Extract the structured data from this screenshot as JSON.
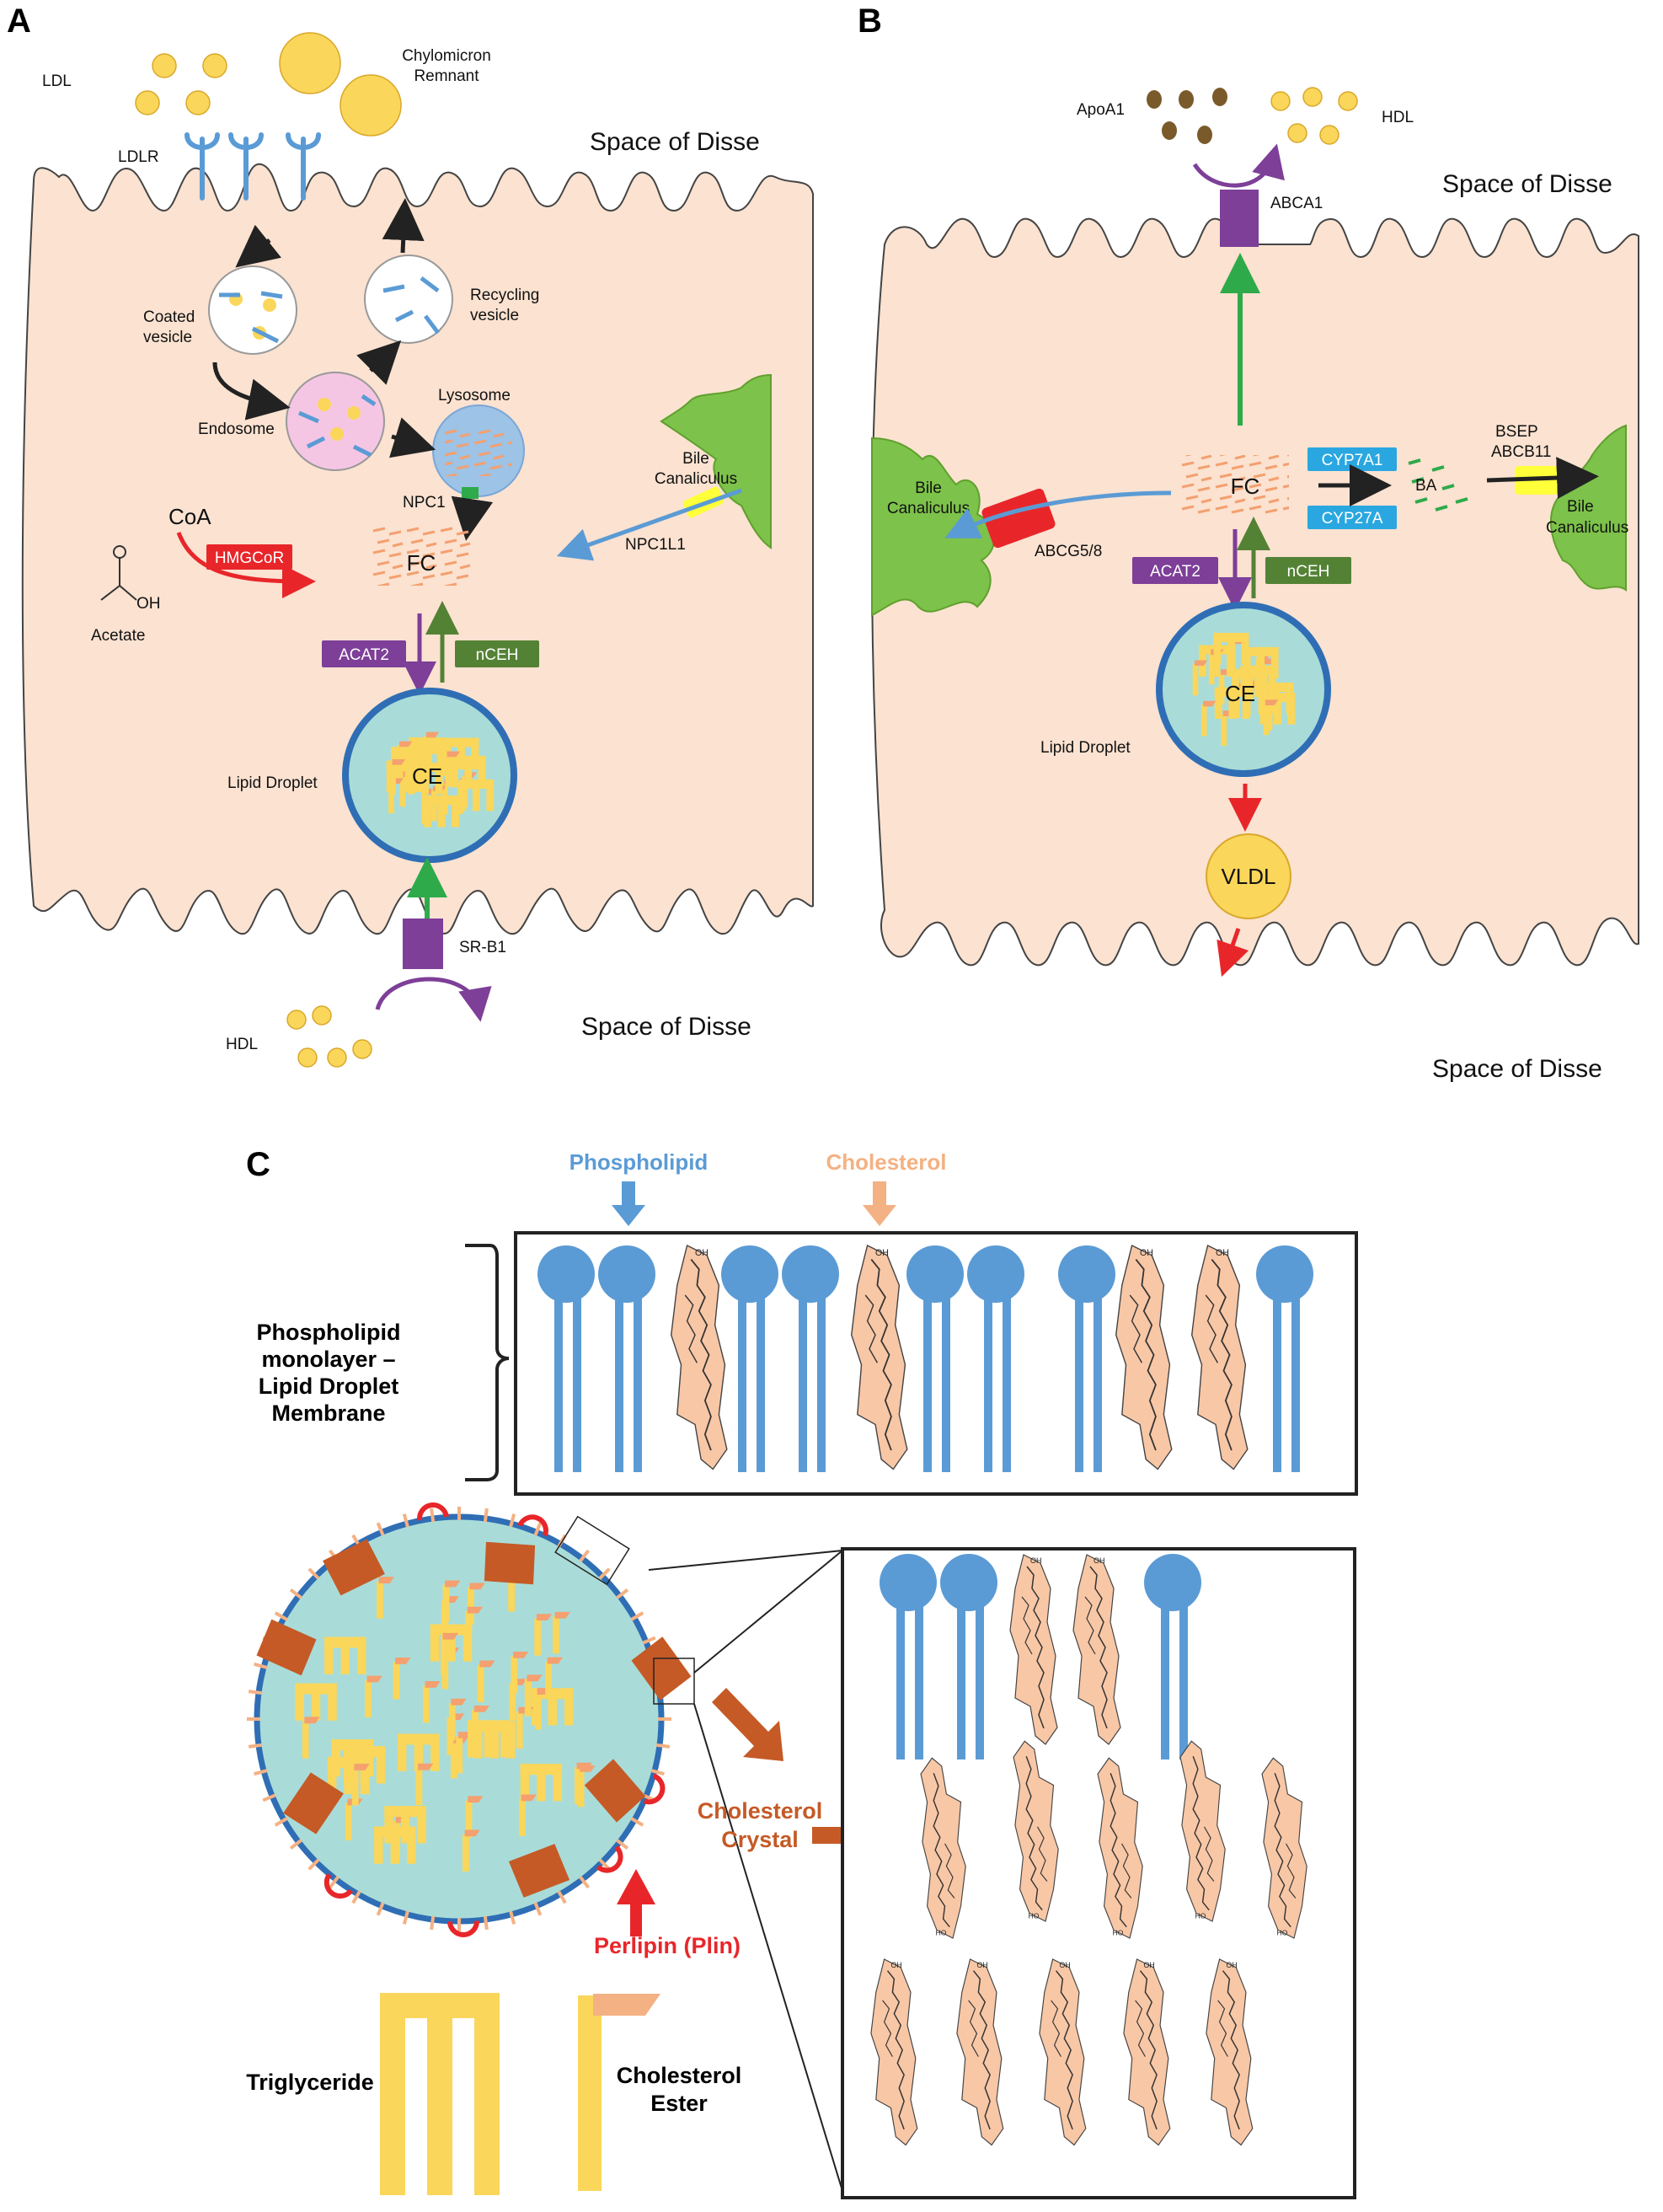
{
  "panels": {
    "a": {
      "letter": "A",
      "labels": {
        "ldl": "LDL",
        "chylo": [
          "Chylomicron",
          "Remnant"
        ],
        "ldlr": "LDLR",
        "space_top": "Space of Disse",
        "space_bottom": "Space of Disse",
        "coated": [
          "Coated",
          "vesicle"
        ],
        "recycling": [
          "Recycling",
          "vesicle"
        ],
        "endosome": "Endosome",
        "lysosome": "Lysosome",
        "npc1": "NPC1",
        "bile": [
          "Bile",
          "Canaliculus"
        ],
        "npc1l1": "NPC1L1",
        "coa": "CoA",
        "hmgcor": "HMGCoR",
        "acetate": "Acetate",
        "oh": "OH",
        "fc": "FC",
        "acat2": "ACAT2",
        "nceh": "nCEH",
        "ce": "CE",
        "lipid_droplet": "Lipid Droplet",
        "srb1": "SR-B1",
        "hdl": "HDL"
      }
    },
    "b": {
      "letter": "B",
      "labels": {
        "apoa1": "ApoA1",
        "hdl": "HDL",
        "abca1": "ABCA1",
        "space_top": "Space of Disse",
        "space_bottom": "Space of Disse",
        "bile_left": [
          "Bile",
          "Canaliculus"
        ],
        "abcg58": "ABCG5/8",
        "fc": "FC",
        "cyp7a1": "CYP7A1",
        "cyp27a": "CYP27A",
        "ba": "BA",
        "bsep": [
          "BSEP",
          "ABCB11"
        ],
        "bile_right": [
          "Bile",
          "Canaliculus"
        ],
        "acat2": "ACAT2",
        "nceh": "nCEH",
        "ce": "CE",
        "lipid_droplet": "Lipid Droplet",
        "vldl": "VLDL"
      }
    },
    "c": {
      "letter": "C",
      "labels": {
        "phospholipid": "Phospholipid",
        "cholesterol": "Cholesterol",
        "monolayer": [
          "Phospholipid",
          "monolayer –",
          "Lipid Droplet",
          "Membrane"
        ],
        "crystal": [
          "Cholesterol",
          "Crystal"
        ],
        "perlipin": "Perlipin (Plin)",
        "triglyceride": "Triglyceride",
        "ester": [
          "Cholesterol",
          "Ester"
        ]
      }
    }
  },
  "colors": {
    "cell": "#fbe2d1",
    "droplet": "#a9dcd8",
    "droplet_ring": "#2f6eb5",
    "bile": "#7dc24a",
    "phospholipid": "#5b9bd5",
    "cholesterol_text": "#f4b183",
    "crystal": "#c55a26",
    "perlipin": "#e8262a",
    "acat2": "#7d3f98",
    "nceh": "#548235",
    "cyp": "#2aa7e0",
    "hmgcor": "#e8262a",
    "vldl": "#fbd34d",
    "lipoprotein": "#fad65a",
    "apoa1": "#7a5a2a"
  }
}
